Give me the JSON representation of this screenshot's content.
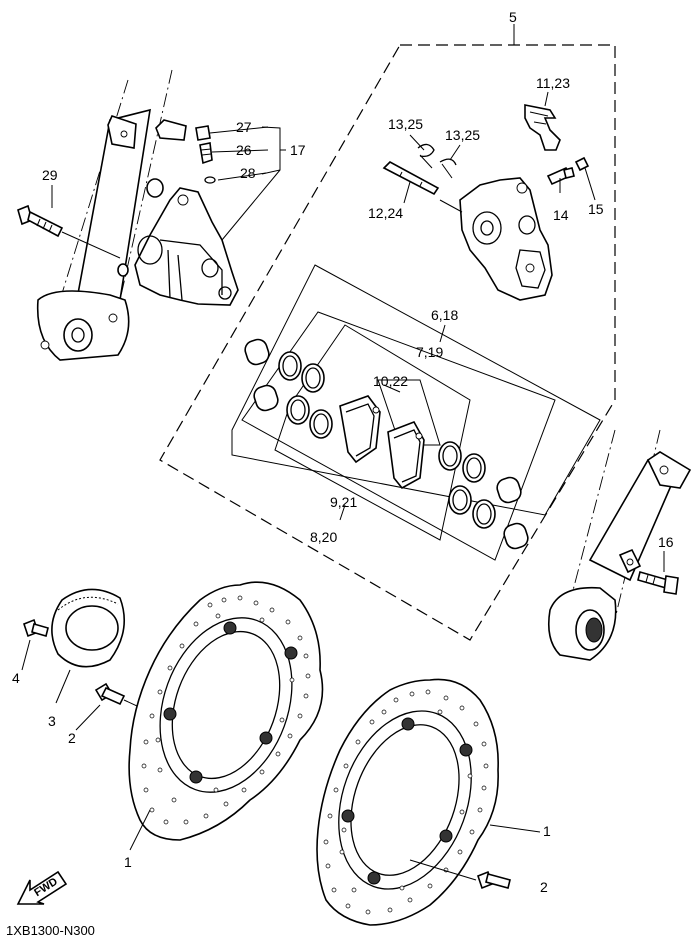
{
  "diagram_code": "1XB1300-N300",
  "fwd_label": "FWD",
  "callouts": {
    "c1a": "1",
    "c1b": "1",
    "c2a": "2",
    "c2b": "2",
    "c3": "3",
    "c4": "4",
    "c5": "5",
    "c6_18": "6,18",
    "c7_19": "7,19",
    "c8_20": "8,20",
    "c9_21": "9,21",
    "c10_22": "10,22",
    "c11_23": "11,23",
    "c12_24": "12,24",
    "c13_25a": "13,25",
    "c13_25b": "13,25",
    "c14": "14",
    "c15": "15",
    "c16": "16",
    "c17": "17",
    "c26": "26",
    "c27": "27",
    "c28": "28",
    "c29": "29"
  }
}
